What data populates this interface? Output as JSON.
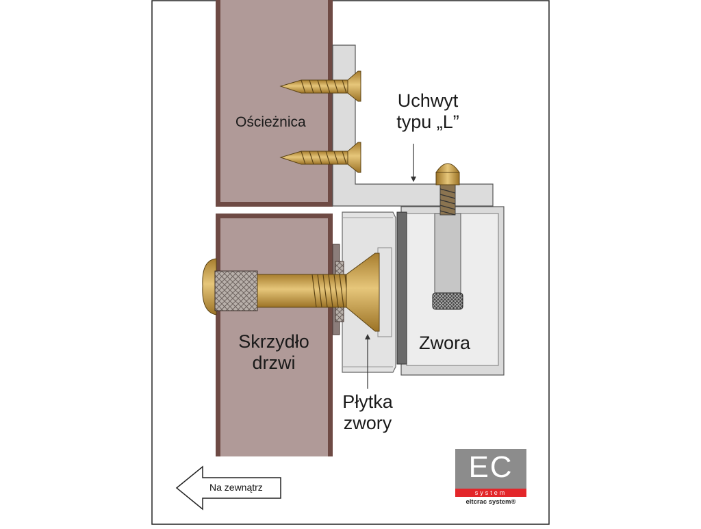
{
  "labels": {
    "frame": "Ościeżnica",
    "bracket_line1": "Uchwyt",
    "bracket_line2": "typu „L”",
    "door_line1": "Skrzydło",
    "door_line2": "drzwi",
    "armature": "Zwora",
    "plate_line1": "Płytka",
    "plate_line2": "zwory",
    "outside": "Na zewnątrz"
  },
  "logo": {
    "mark": "EC",
    "band_text": "system",
    "company": "eltcrac system®"
  },
  "colors": {
    "wood": "#b09a98",
    "wood_border": "#6e4a44",
    "brass": "#c9a55a",
    "steel_light": "#e0e0e0",
    "steel_mid": "#c8c8c8",
    "logo_grey": "#8c8c8c",
    "logo_red": "#e3262a"
  }
}
